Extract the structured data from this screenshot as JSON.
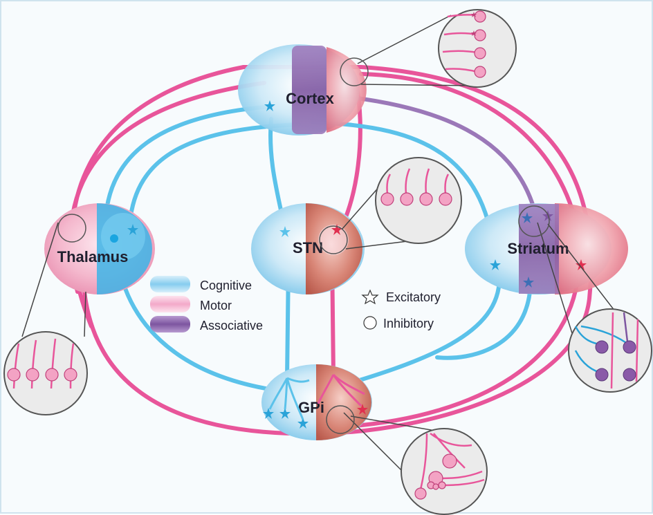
{
  "nodes": {
    "cortex": "Cortex",
    "thalamus": "Thalamus",
    "stn": "STN",
    "striatum": "Striatum",
    "gpi": "GPi"
  },
  "legend": {
    "cognitive": "Cognitive",
    "motor": "Motor",
    "associative": "Associative",
    "excitatory": "Excitatory",
    "inhibitory": "Inhibitory"
  },
  "colors": {
    "cognitive": "#5bc2ea",
    "motor": "#e8559a",
    "associative": "#8a5aa8",
    "background": "#f7fbfd"
  }
}
